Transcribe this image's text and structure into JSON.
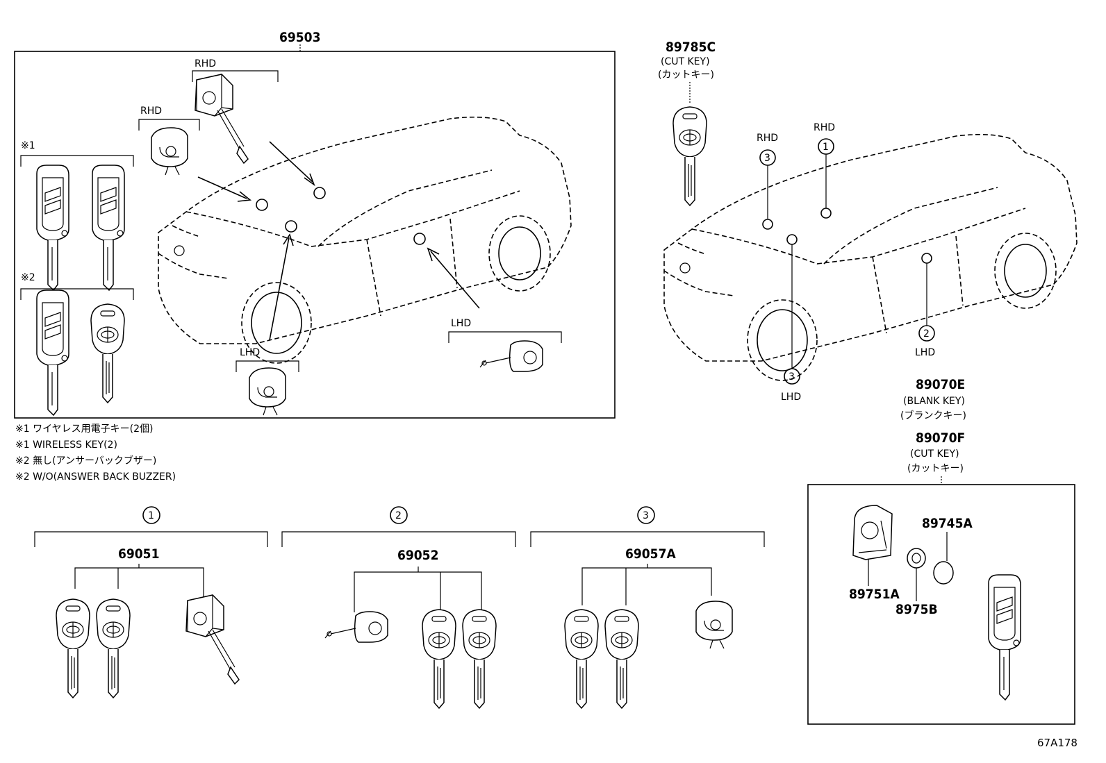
{
  "parts": {
    "p69503": "69503",
    "p89785C": "89785C",
    "p89070E": "89070E",
    "p89070F": "89070F",
    "p69051": "69051",
    "p69052": "69052",
    "p69057A": "69057A",
    "p89745A": "89745A",
    "p89751A": "89751A",
    "p8975B": "8975B"
  },
  "labels": {
    "rhd": "RHD",
    "lhd": "LHD",
    "mark1": "※1",
    "mark2": "※2",
    "cut_key": "(CUT KEY)",
    "cut_key_jp": "(カットキー)",
    "blank_key": "(BLANK KEY)",
    "blank_key_jp": "(ブランクキー)",
    "circ1": "1",
    "circ2": "2",
    "circ3": "3"
  },
  "notes": {
    "n1": "※1 ワイヤレス用電子キー(2個)",
    "n2": "※1 WIRELESS KEY(2)",
    "n3": "※2 無し(アンサーバックブザー)",
    "n4": "※2 W/O(ANSWER BACK BUZZER)"
  },
  "drawing_code": "67A178"
}
